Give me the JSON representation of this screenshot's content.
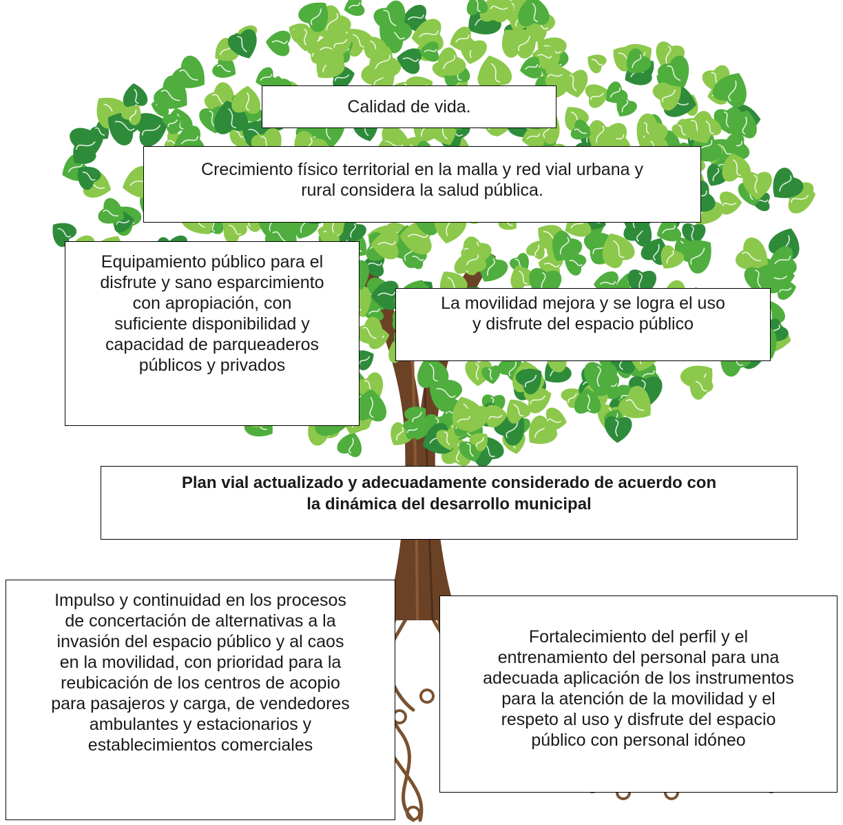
{
  "colors": {
    "trunk": "#6b4226",
    "root": "#7a5230",
    "leaf_dark": "#2e8b3a",
    "leaf_mid": "#4fae3d",
    "leaf_light": "#8cc84b",
    "box_border": "#000000"
  },
  "boxes": {
    "calidad": {
      "lines": [
        "Calidad de vida."
      ]
    },
    "crecimiento": {
      "lines": [
        "Crecimiento físico territorial en la malla y red vial urbana y",
        "rural considera la salud pública."
      ]
    },
    "equipamiento": {
      "lines": [
        "Equipamiento público para el",
        "disfrute y sano esparcimiento",
        "con apropiación, con",
        "suficiente disponibilidad y",
        "capacidad de parqueaderos",
        "públicos y privados"
      ]
    },
    "movilidad": {
      "lines": [
        "La movilidad mejora y se logra el uso",
        "y disfrute del espacio público"
      ]
    },
    "plan_vial": {
      "lines": [
        "Plan vial actualizado y adecuadamente considerado de acuerdo con",
        "la dinámica del desarrollo municipal"
      ]
    },
    "impulso": {
      "lines": [
        "Impulso y continuidad en los procesos",
        "de concertación de alternativas a la",
        "invasión del espacio público y al caos",
        "en la movilidad, con prioridad para la",
        "reubicación de los centros de acopio",
        "para pasajeros y carga, de vendedores",
        "ambulantes y estacionarios y",
        "establecimientos comerciales"
      ]
    },
    "fortalecimiento": {
      "lines": [
        "Fortalecimiento del perfil y el",
        "entrenamiento del personal para una",
        "adecuada aplicación de los instrumentos",
        "para la atención de la movilidad y el",
        "respeto al uso y disfrute del espacio",
        "público con personal idóneo"
      ]
    }
  }
}
